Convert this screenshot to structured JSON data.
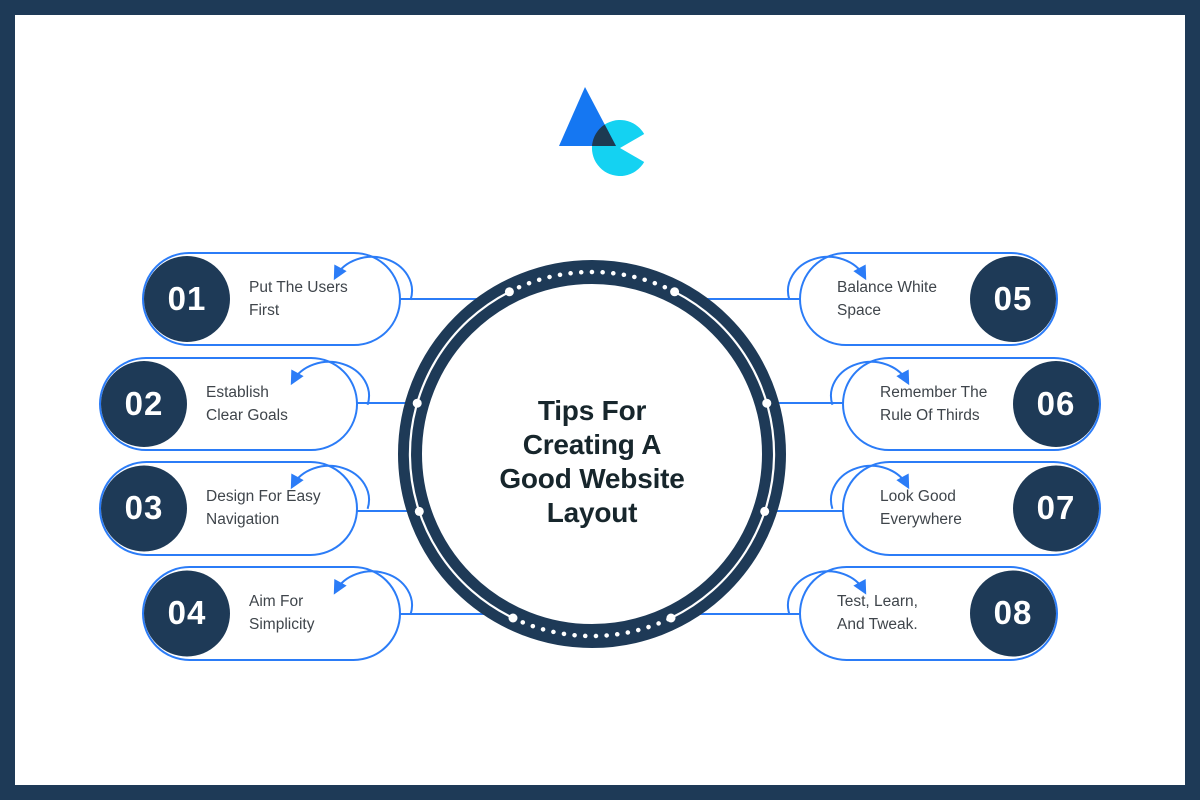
{
  "page": {
    "background": "#ffffff",
    "frame_color": "#1e3a57"
  },
  "logo": {
    "name": "triangle-pacman-logo",
    "triangle_color": "#1577f2",
    "pac_color": "#14d2f2",
    "overlap_color": "#1d3a52"
  },
  "center": {
    "title": "Tips For\nCreating A\nGood Website\nLayout",
    "ring_color": "#1e3a57",
    "title_color": "#17262c"
  },
  "colors": {
    "accent_blue": "#2b7cf7",
    "navy": "#1e3a57",
    "label_text": "#3f454b",
    "dot_white": "#ffffff"
  },
  "items": [
    {
      "number": "01",
      "label": "Put The Users\nFirst",
      "side": "left"
    },
    {
      "number": "02",
      "label": "Establish\nClear Goals",
      "side": "left"
    },
    {
      "number": "03",
      "label": "Design For Easy\nNavigation",
      "side": "left"
    },
    {
      "number": "04",
      "label": "Aim For\nSimplicity",
      "side": "left"
    },
    {
      "number": "05",
      "label": "Balance White\nSpace",
      "side": "right"
    },
    {
      "number": "06",
      "label": "Remember The\nRule Of Thirds",
      "side": "right"
    },
    {
      "number": "07",
      "label": "Look Good\nEverywhere",
      "side": "right"
    },
    {
      "number": "08",
      "label": "Test, Learn,\nAnd Tweak.",
      "side": "right"
    }
  ]
}
